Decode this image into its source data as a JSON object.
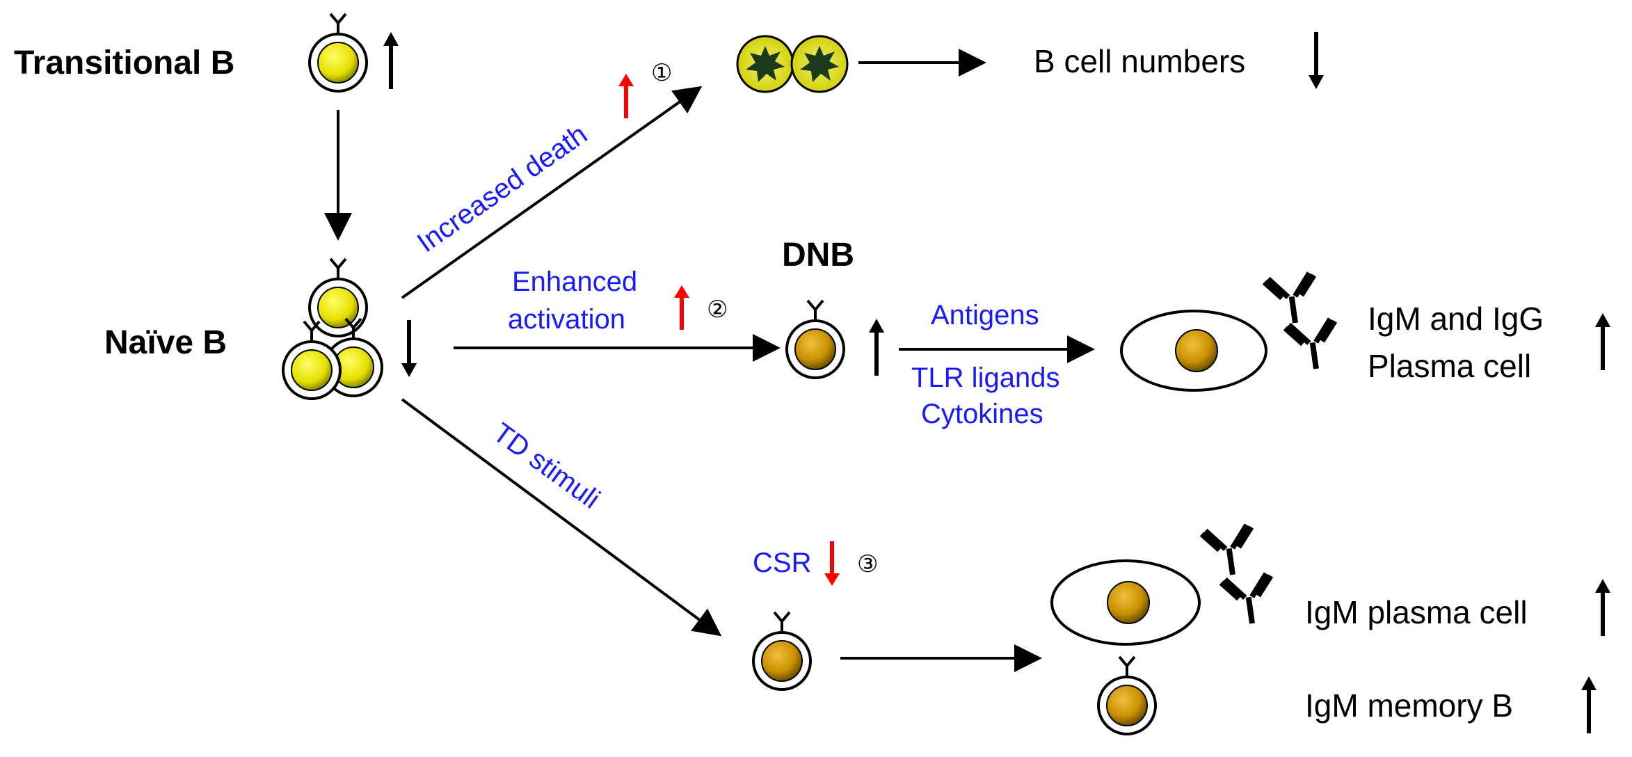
{
  "colors": {
    "text": "#000000",
    "pathway_text": "#1a1aff",
    "increase_arrow_red": "#ff0000",
    "transitional_cell_fill": "#e5e000",
    "mature_cell_fill": "#c99000",
    "dying_cell_fill": "#e5e000",
    "dying_cell_core": "#1a3a1a"
  },
  "labels": {
    "transitional_b": "Transitional B",
    "naive_b": "Naïve B",
    "dnb": "DNB",
    "b_cell_numbers": "B cell numbers",
    "igm_igg_line1": "IgM and IgG",
    "igm_igg_line2": "Plasma cell",
    "igm_plasma_cell": "IgM plasma cell",
    "igm_memory_b": "IgM memory B"
  },
  "pathways": {
    "increased_death": "Increased death",
    "enhanced_activation_line1": "Enhanced",
    "enhanced_activation_line2": "activation",
    "antigens": "Antigens",
    "tlr_ligands": "TLR ligands",
    "cytokines": "Cytokines",
    "td_stimuli": "TD stimuli",
    "csr": "CSR"
  },
  "step_markers": {
    "step1": "①",
    "step2": "②",
    "step3": "③"
  },
  "icons": {
    "cell": "b-cell-icon",
    "antibody": "antibody-icon",
    "up_arrow": "up-arrow-icon",
    "down_arrow": "down-arrow-icon"
  }
}
